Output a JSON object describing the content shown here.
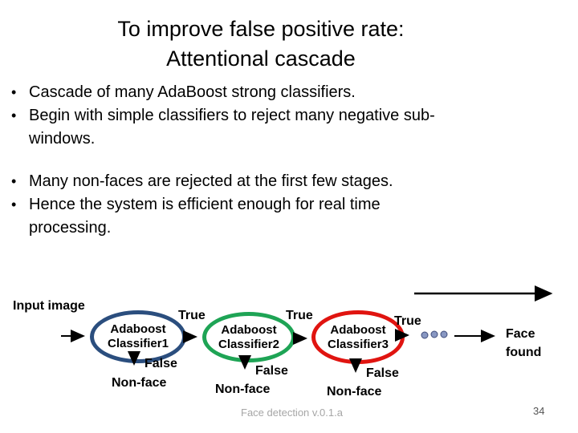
{
  "slide": {
    "title": {
      "line1": "To improve false positive rate:",
      "line2": "Attentional cascade"
    },
    "bullets": [
      "Cascade of many AdaBoost strong classifiers.",
      "Begin with simple classifiers to reject many negative sub-windows.",
      "Many non-faces are rejected at the first few stages.",
      "Hence the system is efficient enough for real time processing."
    ]
  },
  "diagram": {
    "input_label": "Input image",
    "true_label": "True",
    "false_label": "False",
    "nonface_label": "Non-face",
    "face_found": {
      "line1": "Face",
      "line2": "found"
    },
    "classifiers": [
      {
        "name_line1": "Adaboost",
        "name_line2": "Classifier1",
        "color": "#2B4E7E"
      },
      {
        "name_line1": "Adaboost",
        "name_line2": "Classifier2",
        "color": "#1EA455"
      },
      {
        "name_line1": "Adaboost",
        "name_line2": "Classifier3",
        "color": "#E01410"
      }
    ],
    "dots_color": "#8897C2",
    "arrow_color": "#000000"
  },
  "footer": {
    "deck_title": "Face detection v.0.1.a",
    "page_number": "34"
  }
}
